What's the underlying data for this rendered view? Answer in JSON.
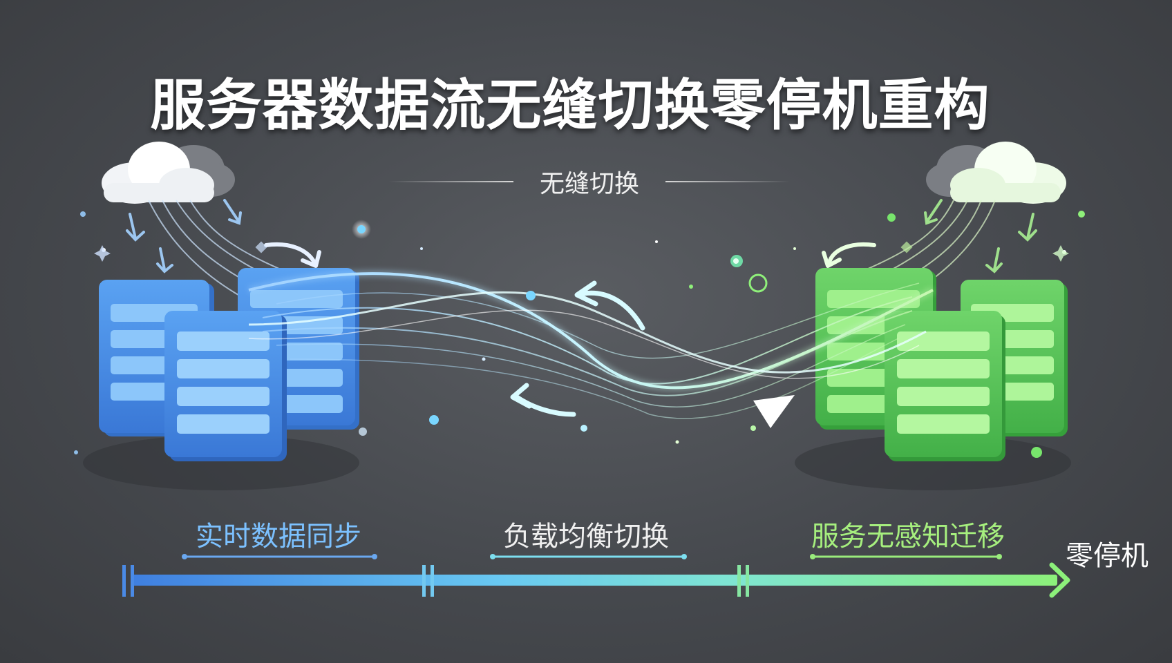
{
  "title": "服务器数据流无缝切换零停机重构",
  "subtitle": "无缝切换",
  "stages": [
    {
      "label": "实时数据同步"
    },
    {
      "label": "负载均衡切换"
    },
    {
      "label": "服务无感知迁移"
    }
  ],
  "end_label": "零停机",
  "colors": {
    "background": "#46494e",
    "blue_accent": "#4a8fe8",
    "cyan_accent": "#7de3f5",
    "green_accent": "#5dc95a",
    "title": "#ffffff"
  }
}
